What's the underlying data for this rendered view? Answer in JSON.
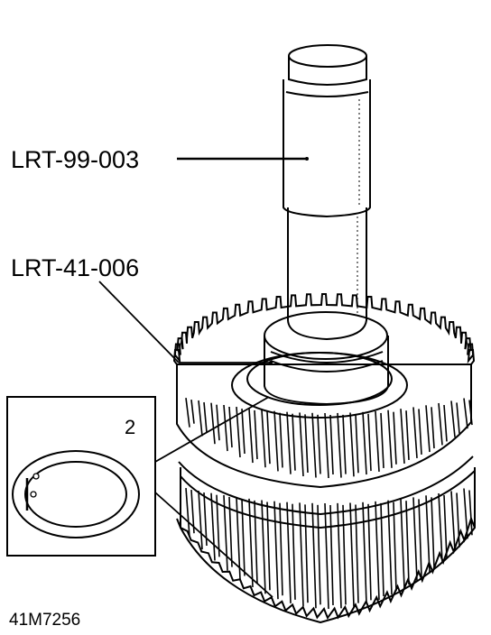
{
  "labels": {
    "tool_upper": "LRT-99-003",
    "tool_lower": "LRT-41-006",
    "inset_number": "2",
    "figure_ref": "41M7256"
  },
  "icons": [
    "gear-cluster",
    "installer-tool-shaft",
    "snap-ring"
  ]
}
